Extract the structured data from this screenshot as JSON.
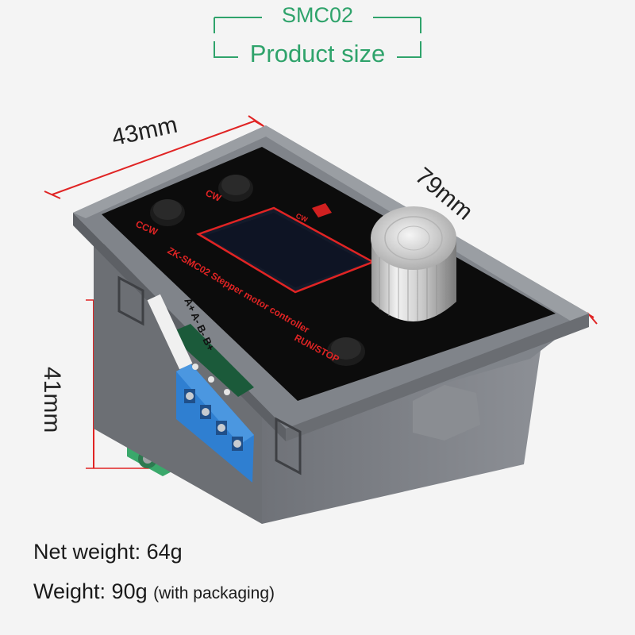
{
  "header": {
    "model": "SMC02",
    "title": "Product size"
  },
  "dimensions": {
    "width": "43mm",
    "length": "79mm",
    "height": "41mm"
  },
  "panel": {
    "btn_ccw": "CCW",
    "btn_cw": "CW",
    "indicator_cw": "CW",
    "brand_line": "ZK-SMC02  Stepper motor controller",
    "terminal": "A+ A- B- B+",
    "btn_run": "RUN/STOP"
  },
  "specs": {
    "net_weight": "Net weight: 64g",
    "weight": "Weight: 90g",
    "weight_note": "(with packaging)"
  },
  "colors": {
    "accent_green": "#2fa36b",
    "dimension_red": "#e02424",
    "housing_gray": "#7c7f84",
    "terminal_blue": "#2f7fd1",
    "terminal_green": "#3aa86b"
  }
}
